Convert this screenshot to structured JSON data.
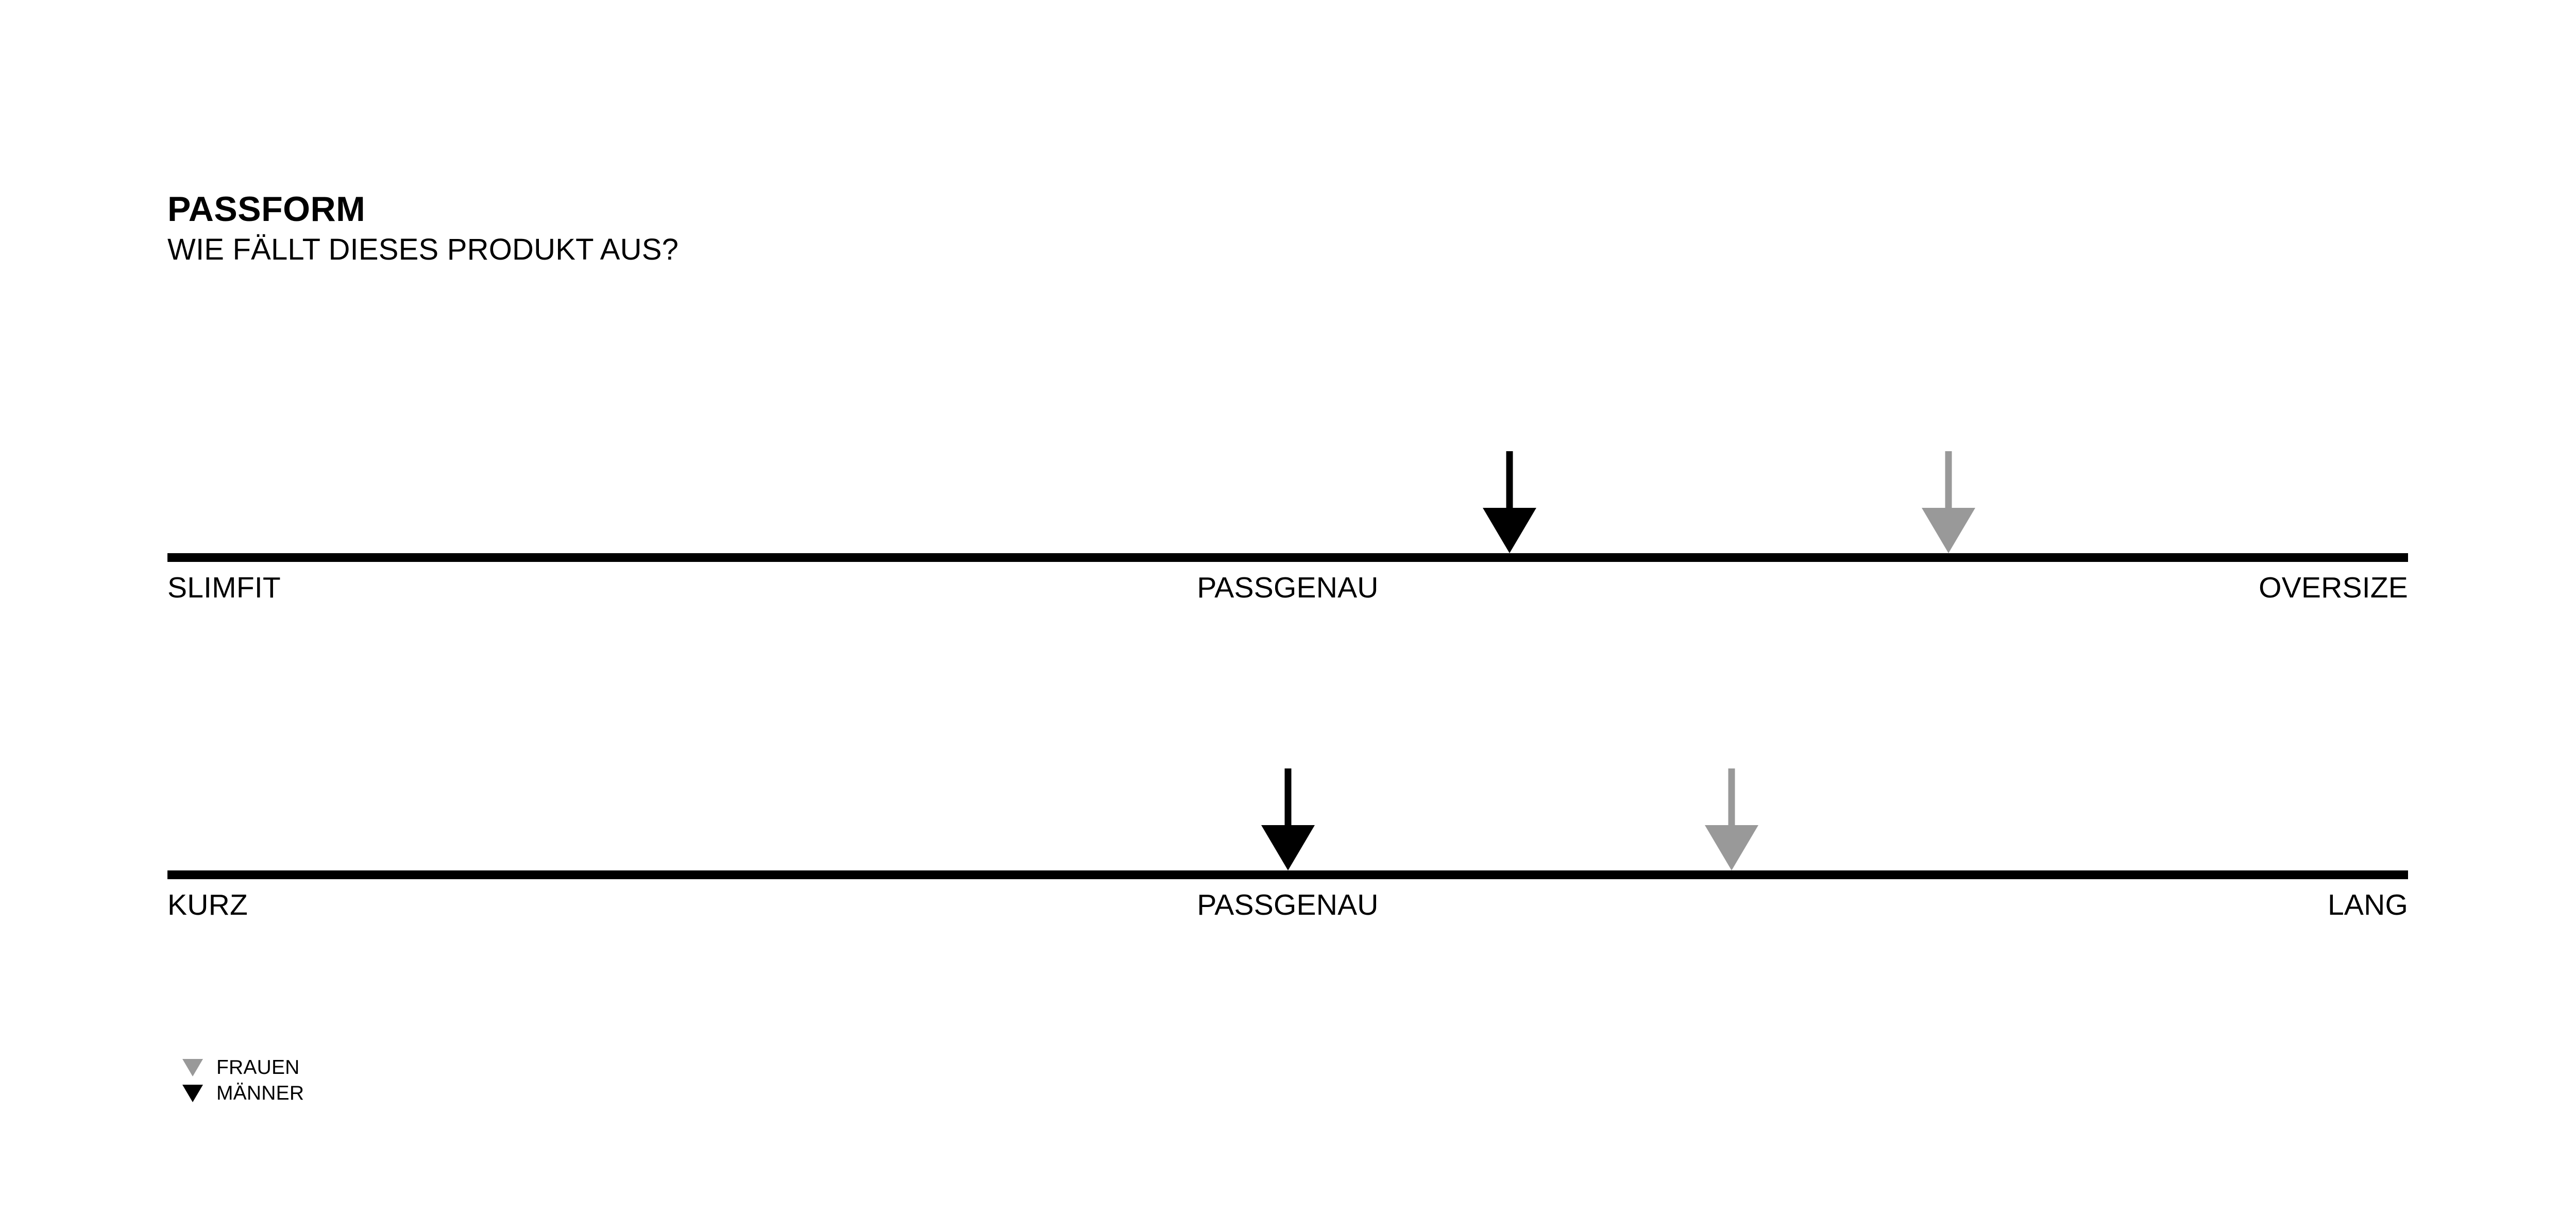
{
  "widget": {
    "title": "PASSFORM",
    "subtitle": "WIE FÄLLT DIESES PRODUKT AUS?"
  },
  "colors": {
    "men": "#000000",
    "women": "#999999",
    "rule": "#000000",
    "background": "#ffffff"
  },
  "scales": [
    {
      "id": "fit",
      "left_label": "SLIMFIT",
      "mid_label": "PASSGENAU",
      "right_label": "OVERSIZE",
      "markers": [
        {
          "group": "men",
          "icon": "down-arrow-icon",
          "position_pct": 59.9
        },
        {
          "group": "women",
          "icon": "down-arrow-icon",
          "position_pct": 79.5
        }
      ]
    },
    {
      "id": "length",
      "left_label": "KURZ",
      "mid_label": "PASSGENAU",
      "right_label": "LANG",
      "markers": [
        {
          "group": "men",
          "icon": "down-arrow-icon",
          "position_pct": 50.0
        },
        {
          "group": "women",
          "icon": "down-arrow-icon",
          "position_pct": 69.8
        }
      ]
    }
  ],
  "legend": {
    "items": [
      {
        "group": "women",
        "icon": "triangle-down-icon",
        "label": "FRAUEN",
        "color": "#999999"
      },
      {
        "group": "men",
        "icon": "triangle-down-icon",
        "label": "MÄNNER",
        "color": "#000000"
      }
    ]
  },
  "chart_data": {
    "type": "scale",
    "title": "PASSFORM",
    "subtitle": "WIE FÄLLT DIESES PRODUKT AUS?",
    "scales": [
      {
        "name": "fit",
        "axis_labels": [
          "SLIMFIT",
          "PASSGENAU",
          "OVERSIZE"
        ],
        "axis_range": [
          0,
          100
        ],
        "series": [
          {
            "name": "MÄNNER",
            "value": 59.9,
            "color": "#000000"
          },
          {
            "name": "FRAUEN",
            "value": 79.5,
            "color": "#999999"
          }
        ]
      },
      {
        "name": "length",
        "axis_labels": [
          "KURZ",
          "PASSGENAU",
          "LANG"
        ],
        "axis_range": [
          0,
          100
        ],
        "series": [
          {
            "name": "MÄNNER",
            "value": 50.0,
            "color": "#000000"
          },
          {
            "name": "FRAUEN",
            "value": 69.8,
            "color": "#999999"
          }
        ]
      }
    ],
    "legend": [
      "FRAUEN",
      "MÄNNER"
    ],
    "legend_position": "bottom-left",
    "grid": false
  }
}
